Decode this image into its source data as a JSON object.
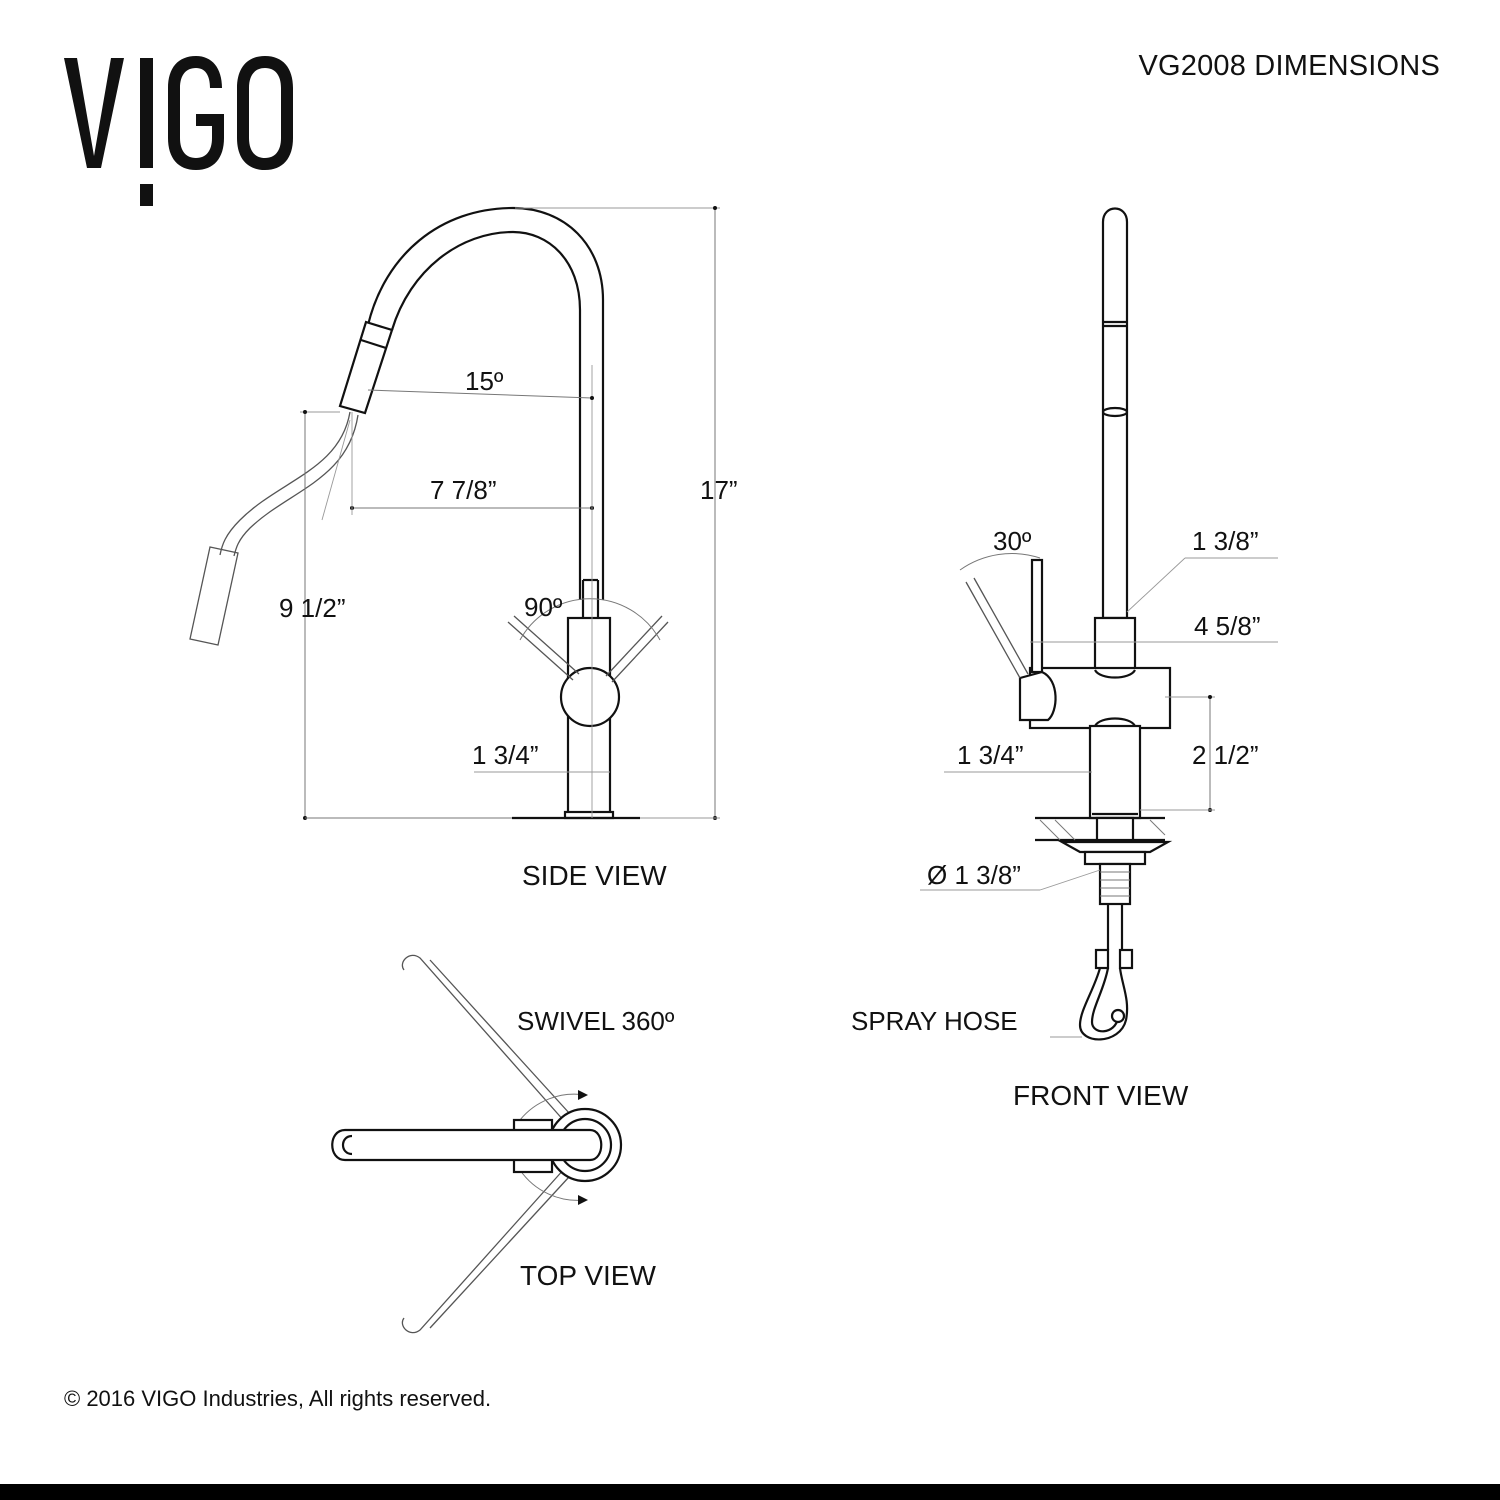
{
  "header": {
    "brand": "VIGO",
    "document_title": "VG2008 DIMENSIONS"
  },
  "side_view": {
    "caption": "SIDE VIEW",
    "dim_spout_angle": "15º",
    "dim_spout_reach": "7 7/8”",
    "dim_total_height": "17”",
    "dim_spout_height": "9 1/2”",
    "dim_handle_angle": "90º",
    "dim_base_width": "1 3/4”"
  },
  "front_view": {
    "caption": "FRONT VIEW",
    "dim_handle_angle": "30º",
    "dim_spout_diameter": "1 3/8”",
    "dim_handle_reach": "4 5/8”",
    "dim_base_width": "1 3/4”",
    "dim_base_height": "2 1/2”",
    "dim_hole_diameter": "Ø 1 3/8”",
    "label_spray_hose": "SPRAY HOSE"
  },
  "top_view": {
    "caption": "TOP VIEW",
    "label_swivel": "SWIVEL 360º"
  },
  "footer": {
    "copyright": "© 2016 VIGO Industries, All rights reserved."
  }
}
